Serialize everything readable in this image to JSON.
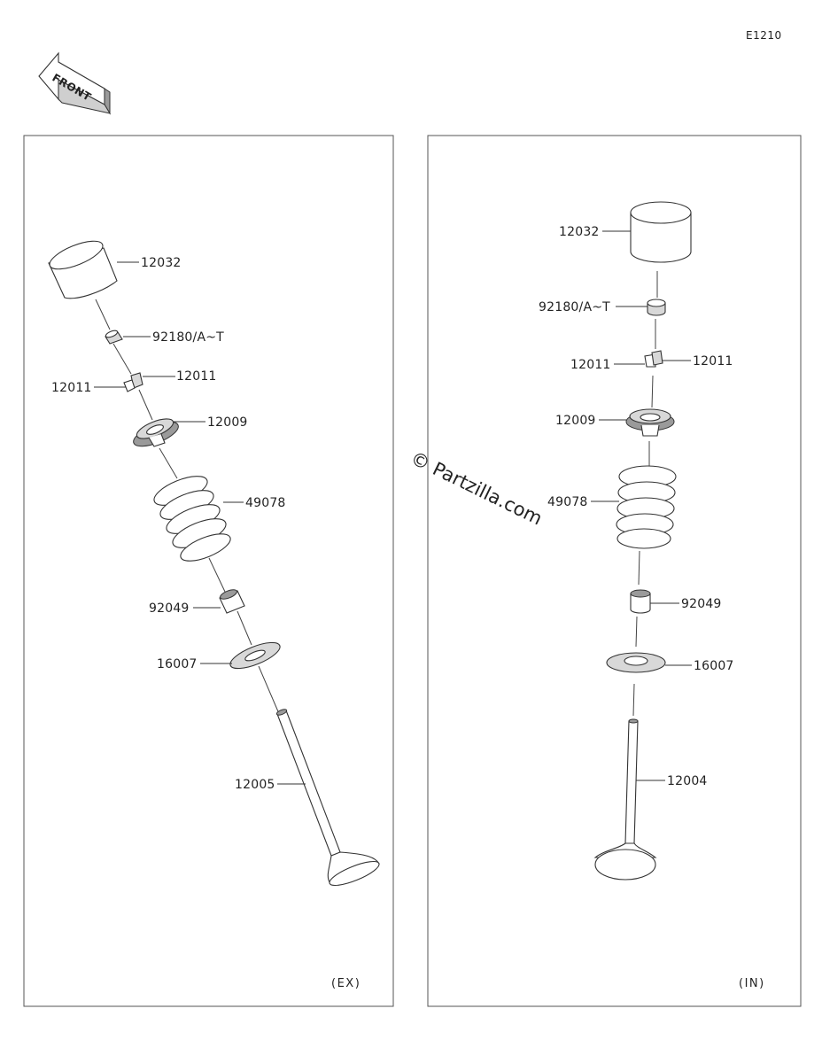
{
  "diagram_code": "E1210",
  "front_label": "FRONT",
  "watermark": "© Partzilla.com",
  "panels": {
    "exhaust": {
      "tag": "(EX)",
      "labels": {
        "tappet": "12032",
        "shim": "92180/A~T",
        "cotter_right": "12011",
        "cotter_left": "12011",
        "retainer": "12009",
        "spring": "49078",
        "seal": "92049",
        "seat": "16007",
        "valve": "12005"
      }
    },
    "intake": {
      "tag": "(IN)",
      "labels": {
        "tappet": "12032",
        "shim": "92180/A~T",
        "cotter_left": "12011",
        "cotter_right": "12011",
        "retainer": "12009",
        "spring": "49078",
        "seal": "92049",
        "seat": "16007",
        "valve": "12004"
      }
    }
  }
}
